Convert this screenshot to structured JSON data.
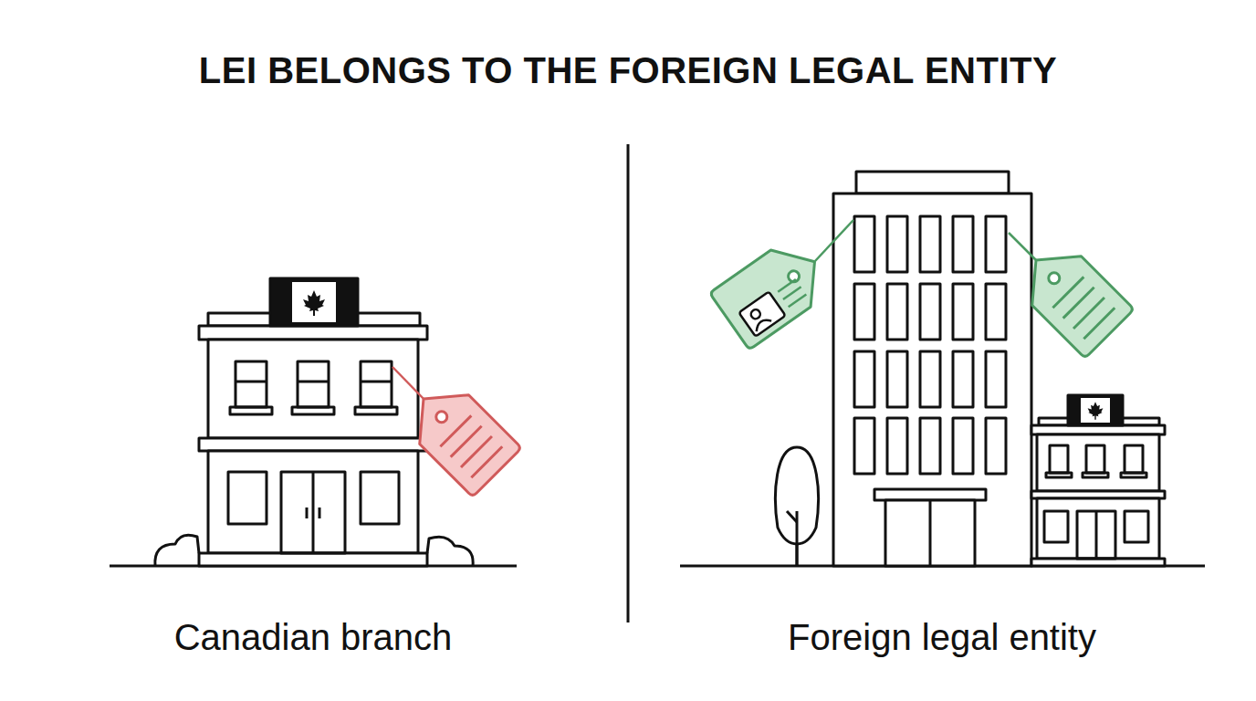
{
  "diagram": {
    "title": "LEI BELONGS TO THE FOREIGN LEGAL ENTITY",
    "labels": [
      "Canadian branch",
      "Foreign legal entity"
    ]
  }
}
